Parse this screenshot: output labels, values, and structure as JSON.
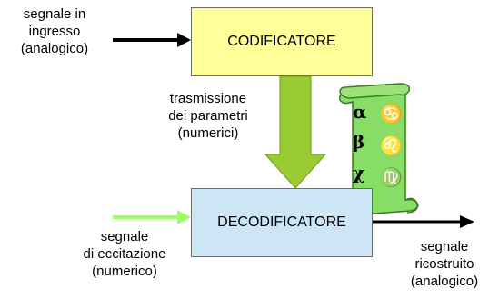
{
  "input_label": [
    "segnale in",
    "ingresso",
    "(analogico)"
  ],
  "encoder_label": "CODIFICATORE",
  "transmission_label": [
    "trasmissione",
    "dei parametri",
    "(numerici)"
  ],
  "decoder_label": "DECODIFICATORE",
  "excitation_label": [
    "segnale",
    "di eccitazione",
    "(numerico)"
  ],
  "output_label": [
    "segnale",
    "ricostruito",
    "(analogico)"
  ],
  "scroll_symbols": [
    "α",
    "β",
    "χ",
    "♋",
    "♌",
    "♍"
  ],
  "colors": {
    "encoder_fill": "#ffff99",
    "decoder_fill": "#cce6f5",
    "param_arrow": "#99cc33",
    "excitation_arrow": "#99ff66",
    "scroll_fill": "#88dd66"
  }
}
